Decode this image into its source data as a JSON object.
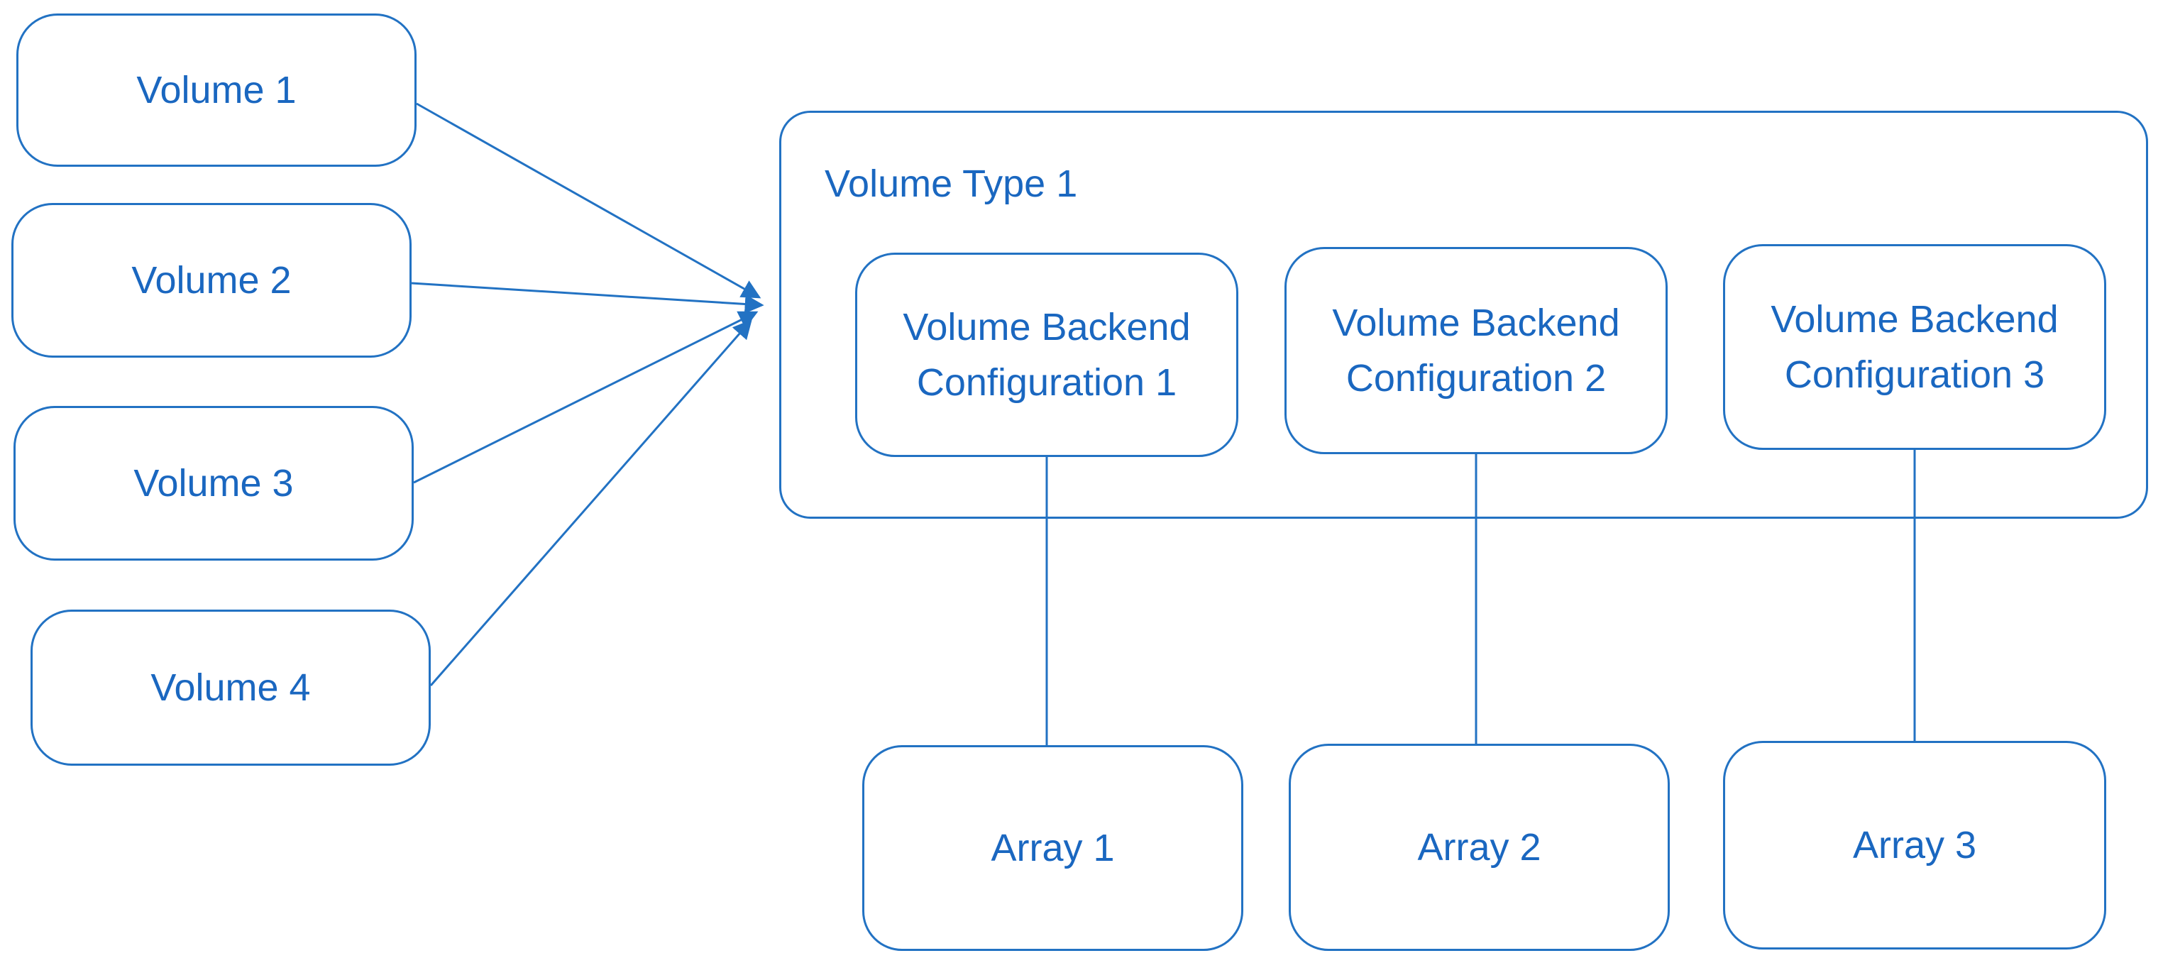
{
  "diagram": {
    "volumes": [
      {
        "label": "Volume 1"
      },
      {
        "label": "Volume 2"
      },
      {
        "label": "Volume 3"
      },
      {
        "label": "Volume 4"
      }
    ],
    "volume_type": {
      "label": "Volume Type 1"
    },
    "backend_configs": [
      {
        "label": "Volume Backend Configuration 1"
      },
      {
        "label": "Volume Backend Configuration 2"
      },
      {
        "label": "Volume Backend Configuration 3"
      }
    ],
    "arrays": [
      {
        "label": "Array 1"
      },
      {
        "label": "Array 2"
      },
      {
        "label": "Array 3"
      }
    ]
  },
  "colors": {
    "line": "#2272c3",
    "text": "#1a67c0",
    "background": "#ffffff"
  }
}
